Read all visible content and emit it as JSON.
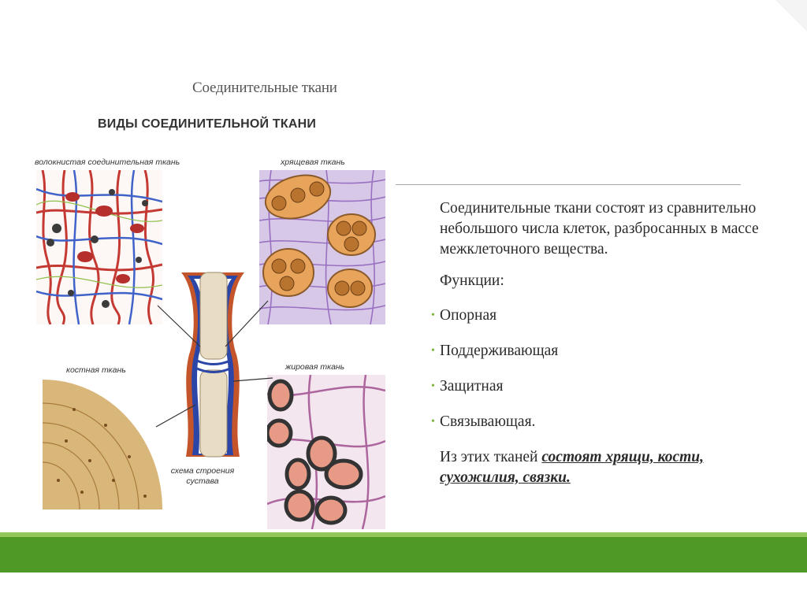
{
  "slide": {
    "title": "Соединительные ткани",
    "colors": {
      "band_light": "#92c65a",
      "band_dark": "#4f9a26",
      "bullet": "#7db43c"
    }
  },
  "figure": {
    "heading": "ВИДЫ СОЕДИНИТЕЛЬНОЙ ТКАНИ",
    "labels": {
      "fibrous": "волокнистая соединительная ткань",
      "cartilage": "хрящевая ткань",
      "bone": "костная ткань",
      "adipose": "жировая ткань",
      "joint_line1": "схема строения",
      "joint_line2": "сустава"
    }
  },
  "content": {
    "intro": "Соединительные ткани состоят из сравнительно небольшого числа клеток, разбросанных в массе межклеточного вещества.",
    "functions_title": "Функции:",
    "bullet_symbol": "•",
    "functions": [
      "Опорная",
      "Поддерживающая",
      "Защитная",
      "Связывающая."
    ],
    "conclusion_prefix": "Из этих тканей ",
    "conclusion_emphasis": "состоят хрящи, кости, сухожилия, связки. "
  }
}
